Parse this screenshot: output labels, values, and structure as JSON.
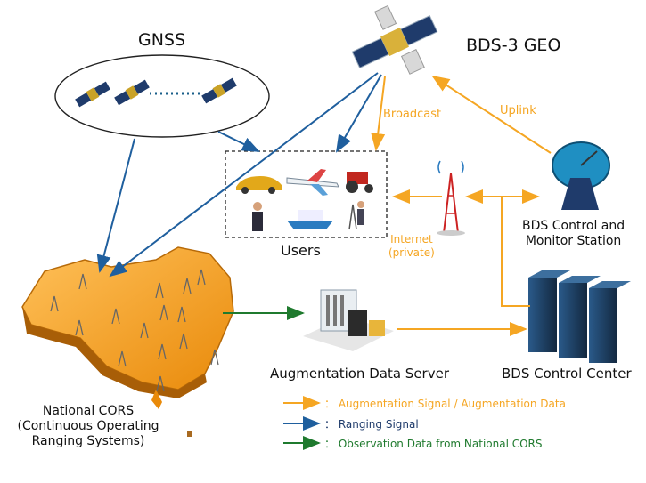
{
  "labels": {
    "gnss": "GNSS",
    "bds_geo": "BDS-3 GEO",
    "broadcast": "Broadcast",
    "uplink": "Uplink",
    "users": "Users",
    "internet": "Internet",
    "internet_private": "(private)",
    "control_monitor_1": "BDS Control and",
    "control_monitor_2": "Monitor Station",
    "cors_1": "National CORS",
    "cors_2": "(Continuous Operating",
    "cors_3": "Ranging Systems)",
    "augmentation_server": "Augmentation Data Server",
    "control_center": "BDS Control Center"
  },
  "legend": [
    {
      "text": "： Augmentation Signal / Augmentation Data",
      "color": "#f5a623"
    },
    {
      "text": "： Ranging Signal",
      "color": "#1f3b6b"
    },
    {
      "text": "： Observation Data from National CORS",
      "color": "#1f7a2e"
    }
  ],
  "colors": {
    "augmentation": "#f5a623",
    "ranging": "#1f5f9e",
    "observation": "#1f7a2e",
    "map_fill": "#f7a21b",
    "server_dark": "#1c3a5c"
  }
}
